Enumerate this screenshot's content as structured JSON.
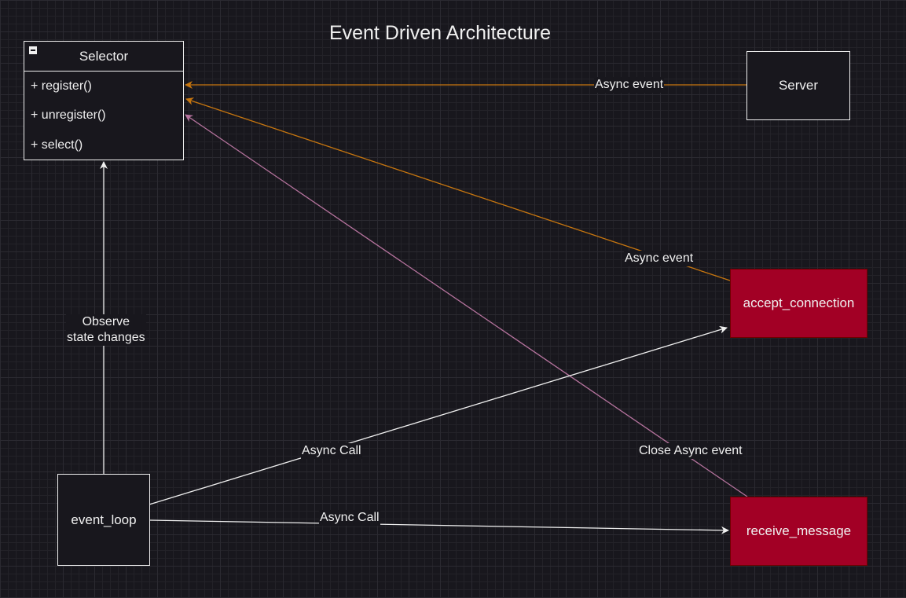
{
  "title": "Event Driven Architecture",
  "selector": {
    "name": "Selector",
    "methods": [
      "+ register()",
      "+ unregister()",
      "+ select()"
    ]
  },
  "nodes": {
    "server": "Server",
    "accept_connection": "accept_connection",
    "receive_message": "receive_message",
    "event_loop": "event_loop"
  },
  "edges": {
    "server_to_selector": "Async event",
    "accept_to_selector": "Async event",
    "receive_to_selector": "Close Async event",
    "loop_to_accept": "Async Call",
    "loop_to_receive": "Async Call",
    "loop_to_selector_line1": "Observe",
    "loop_to_selector_line2": "state changes"
  },
  "colors": {
    "background": "#18171d",
    "stroke": "#f0f0f0",
    "orange_edge": "#c7760f",
    "purple_edge": "#b5739d",
    "red_node": "#a20025"
  }
}
